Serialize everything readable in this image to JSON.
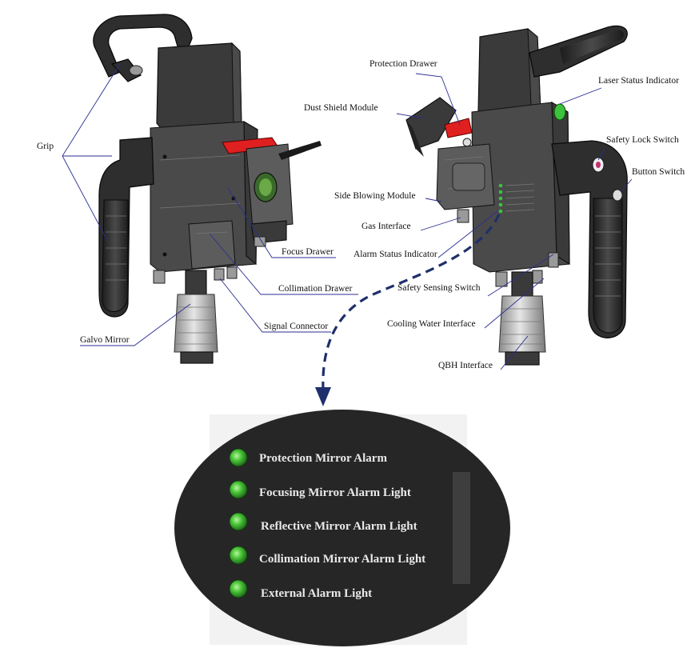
{
  "left_labels": {
    "grip": "Grip",
    "focus_drawer": "Focus Drawer",
    "collimation_drawer": "Collimation Drawer",
    "signal_connector": "Signal Connector",
    "galvo_mirror": "Galvo Mirror"
  },
  "right_labels": {
    "protection_drawer": "Protection Drawer",
    "dust_shield_module": "Dust Shield Module",
    "laser_status_indicator": "Laser Status Indicator",
    "safety_lock_switch": "Safety Lock Switch",
    "button_switch": "Button Switch",
    "side_blowing_module": "Side Blowing Module",
    "gas_interface": "Gas Interface",
    "alarm_status_indicator": "Alarm Status Indicator",
    "safety_sensing_switch": "Safety Sensing Switch",
    "cooling_water_interface": "Cooling Water Interface",
    "qbh_interface": "QBH Interface"
  },
  "alarm_panel": {
    "items": [
      "Protection Mirror Alarm",
      "Focusing Mirror Alarm Light",
      "Reflective Mirror Alarm Light",
      "Collimation Mirror Alarm Light",
      "External Alarm Light"
    ]
  },
  "colors": {
    "leader_line": "#2b2f8f",
    "dashed_arrow": "#1f2f6b",
    "drawer_red": "#e02020",
    "indicator_green": "#3cc23c",
    "panel_bg": "#262626"
  }
}
